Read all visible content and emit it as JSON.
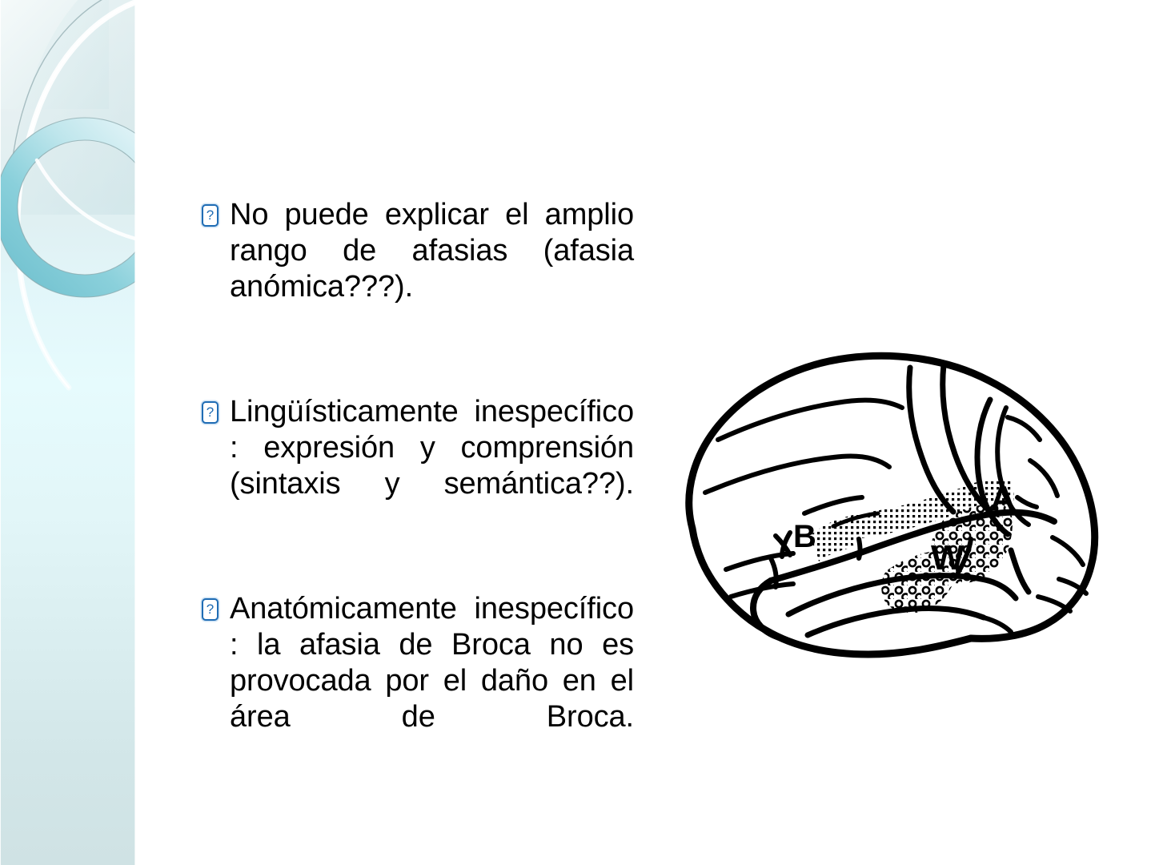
{
  "slide": {
    "background_color": "#ffffff",
    "theme_accent_color": "#7ec8d4",
    "sidebar": {
      "name": "flow-theme-decoration",
      "gradient_top_color": "#f2f7f7",
      "gradient_mid_color": "#e6fbfd",
      "gradient_bottom_color": "#cfe2e4",
      "ring_color": "#8ecdd9",
      "arc_highlight_color": "#ffffff"
    }
  },
  "body": {
    "bullet_marker_glyph": "?",
    "bullets": [
      {
        "id": "bullet-1",
        "text": "No puede explicar el amplio rango de afasias (afasia anómica???)."
      },
      {
        "id": "bullet-2",
        "text": "Lingüísticamente inespecífico : expresión y comprensión (sintaxis y semántica??)."
      },
      {
        "id": "bullet-3",
        "text": "Anatómicamente inespecífico : la afasia de Broca no es provocada por el daño en el área de Broca."
      }
    ]
  },
  "figure": {
    "name": "lateral-brain-language-areas-diagram",
    "description": "Lateral view line drawing of the left cerebral hemisphere with shaded language areas",
    "stroke_color": "#000000",
    "labels": [
      {
        "id": "label-b",
        "text": "B",
        "meaning": "Broca area"
      },
      {
        "id": "label-w",
        "text": "W",
        "meaning": "Wernicke area"
      },
      {
        "id": "label-a",
        "text": "A",
        "meaning": "Arcuate fasciculus / angular gyrus"
      }
    ]
  }
}
